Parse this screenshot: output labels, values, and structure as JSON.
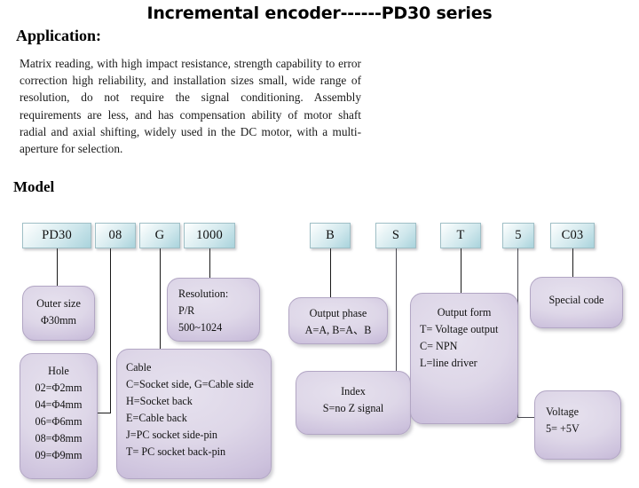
{
  "document": {
    "title": "Incremental encoder------PD30 series",
    "application_heading": "Application:",
    "application_text": "Matrix reading, with high impact resistance, strength capability to error correction high reliability, and installation sizes small, wide range of resolution, do not require the signal conditioning. Assembly requirements are less, and has compensation ability of motor shaft radial and axial shifting, widely used in the DC motor, with a multi-aperture for selection.",
    "model_heading": "Model"
  },
  "model_diagram": {
    "code_boxes": [
      {
        "id": "outer-size",
        "label": "PD30"
      },
      {
        "id": "hole",
        "label": "08"
      },
      {
        "id": "cable",
        "label": "G"
      },
      {
        "id": "resolution",
        "label": "1000"
      },
      {
        "id": "output-phase",
        "label": "B"
      },
      {
        "id": "index",
        "label": "S"
      },
      {
        "id": "output-form",
        "label": "T"
      },
      {
        "id": "voltage",
        "label": "5"
      },
      {
        "id": "special-code",
        "label": "C03"
      }
    ],
    "descriptions": {
      "outer_size": {
        "align": "center",
        "lines": [
          "Outer size",
          "Φ30mm"
        ]
      },
      "hole": {
        "align": "center",
        "lines": [
          "Hole",
          "02=Φ2mm",
          "04=Φ4mm",
          "06=Φ6mm",
          "08=Φ8mm",
          "09=Φ9mm"
        ]
      },
      "cable": {
        "align": "left",
        "lines": [
          "Cable",
          "C=Socket side, G=Cable side",
          "H=Socket back",
          "E=Cable back",
          "J=PC socket side-pin",
          "T= PC socket back-pin"
        ]
      },
      "resolution": {
        "align": "left",
        "lines": [
          "Resolution:",
          "P/R",
          "500~1024"
        ]
      },
      "output_phase": {
        "align": "center",
        "lines": [
          "Output phase",
          "A=A, B=A、B"
        ]
      },
      "index": {
        "align": "center",
        "lines": [
          "Index",
          "S=no Z signal"
        ]
      },
      "output_form": {
        "align": "mixed",
        "lines": [
          "Output form",
          "T= Voltage output",
          "C= NPN",
          "L=line driver"
        ]
      },
      "voltage": {
        "align": "left",
        "lines": [
          "Voltage",
          "5= +5V"
        ]
      },
      "special_code": {
        "align": "center",
        "lines": [
          "Special code"
        ]
      }
    }
  },
  "colors": {
    "code_box_fill": "#cfe7ec",
    "code_box_border": "#9fbfc6",
    "desc_box_fill": "#ded7e8",
    "desc_box_border": "#b2a6c4",
    "connector": "#1a1a1a",
    "text": "#111111"
  }
}
